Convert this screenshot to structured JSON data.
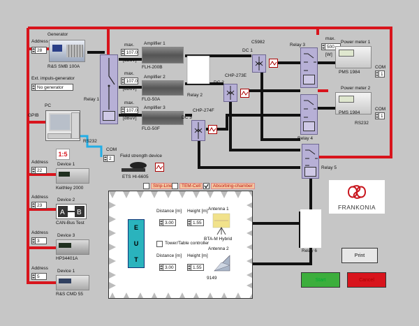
{
  "generator": {
    "title": "Generator",
    "address_label": "Address",
    "address": "28",
    "model": "R&S SMB 100A"
  },
  "ext_impulse": {
    "label": "Ext. impuls-generator",
    "value": "No generator"
  },
  "amplifiers": [
    {
      "max_label": "max.",
      "max": "107.0",
      "unit": "[dBuV]",
      "name": "Amplifier 1",
      "model": "FLH-200B"
    },
    {
      "max_label": "max.",
      "max": "107.0",
      "unit": "[dBuV]",
      "name": "Amplifier 2",
      "model": "FLG-50A"
    },
    {
      "max_label": "max.",
      "max": "107.0",
      "unit": "[dBuV]",
      "name": "Amplifier 3",
      "model": "FLG-50F"
    }
  ],
  "relays": {
    "r1": "Relay 1",
    "r2": "Relay 2",
    "r3": "Relay 3",
    "r4": "Relay 4",
    "r5": "Relay 5",
    "r6": "Relay 6"
  },
  "couplers": {
    "dc1": "DC 1",
    "dc1_model": "C5982",
    "dc2": "DC 2",
    "dc2_model": "CHP-273E",
    "dc3": "DC 3",
    "dc3_model": "CHP-274F"
  },
  "power_meters": [
    {
      "max_label": "max.",
      "max": "500",
      "unit": "[W]",
      "title": "Power meter 1",
      "model": "PMS 1984",
      "com_label": "COM",
      "com": "1"
    },
    {
      "title": "Power meter 2",
      "model": "PMS 1984",
      "com_label": "COM",
      "com": "1",
      "bus": "RS232"
    }
  ],
  "pc": {
    "title": "PC",
    "gpib": "GPIB",
    "rs232": "RS232"
  },
  "field": {
    "com_label": "COM",
    "com": "2",
    "title": "Field strength device",
    "model": "ETS HI-6605"
  },
  "devices": [
    {
      "address_label": "Address",
      "address": "22",
      "name": "Device 1",
      "model": "Keithley 2000",
      "badge": "1:5"
    },
    {
      "address_label": "Address",
      "address": "23",
      "name": "Device 2",
      "model": "CAN-Bus Test"
    },
    {
      "address_label": "Address",
      "address": "3",
      "name": "Device 3",
      "model": "HP34401A"
    },
    {
      "address_label": "Address",
      "address": "5",
      "name": "Device 1",
      "model": "R&S CMD 55"
    }
  ],
  "chamber_opts": [
    {
      "label": "Strip-Line",
      "checked": false
    },
    {
      "label": "TEM-Cell",
      "checked": false
    },
    {
      "label": "Absorbing-chamber",
      "checked": true
    }
  ],
  "antenna1": {
    "dist_label": "Distance [m]",
    "height_label": "Height [m]",
    "dist": "3.00",
    "height": "1.55",
    "name": "Antenna 1",
    "model": "BTA-M Hybrid"
  },
  "antenna2": {
    "dist_label": "Distance [m]",
    "height_label": "Height [m]",
    "dist": "3.00",
    "height": "1.55",
    "name": "Antenna 2",
    "model": "9149"
  },
  "tower": {
    "label": "Tower/Table controller"
  },
  "eut": [
    "E",
    "U",
    "T"
  ],
  "brand": "FRANKONIA",
  "buttons": {
    "print": "Print",
    "start": "Start",
    "cancel": "Cancel"
  },
  "colors": {
    "bus_red": "#d8141c",
    "rf_black": "#111111",
    "cable_cyan": "#22aee6",
    "relay": "#b7b0d6",
    "start": "#3cae3c",
    "cancel": "#d8141c"
  }
}
